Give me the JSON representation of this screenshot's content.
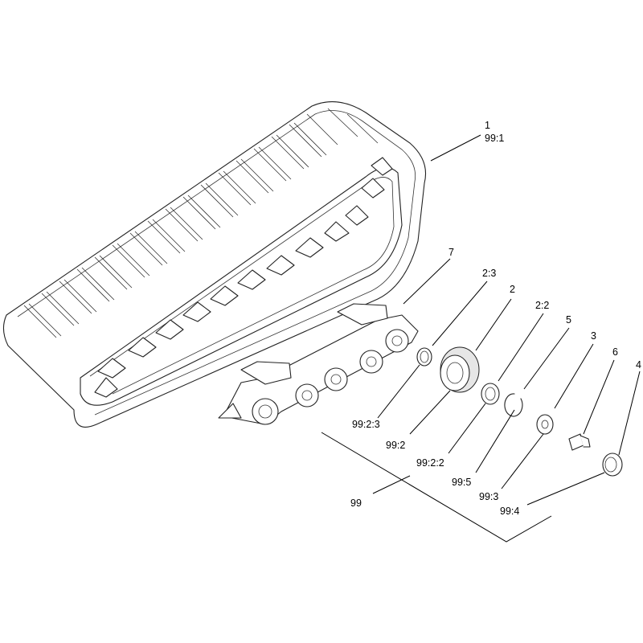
{
  "callouts": {
    "c1": {
      "text": "1"
    },
    "c991": {
      "text": "99:1"
    },
    "c7": {
      "text": "7"
    },
    "c23": {
      "text": "2:3"
    },
    "c2": {
      "text": "2"
    },
    "c22": {
      "text": "2:2"
    },
    "c5": {
      "text": "5"
    },
    "c3": {
      "text": "3"
    },
    "c6": {
      "text": "6"
    },
    "c4": {
      "text": "4"
    },
    "c9923": {
      "text": "99:2:3"
    },
    "c992": {
      "text": "99:2"
    },
    "c9922": {
      "text": "99:2:2"
    },
    "c995": {
      "text": "99:5"
    },
    "c993": {
      "text": "99:3"
    },
    "c994": {
      "text": "99:4"
    },
    "c99": {
      "text": "99"
    }
  }
}
